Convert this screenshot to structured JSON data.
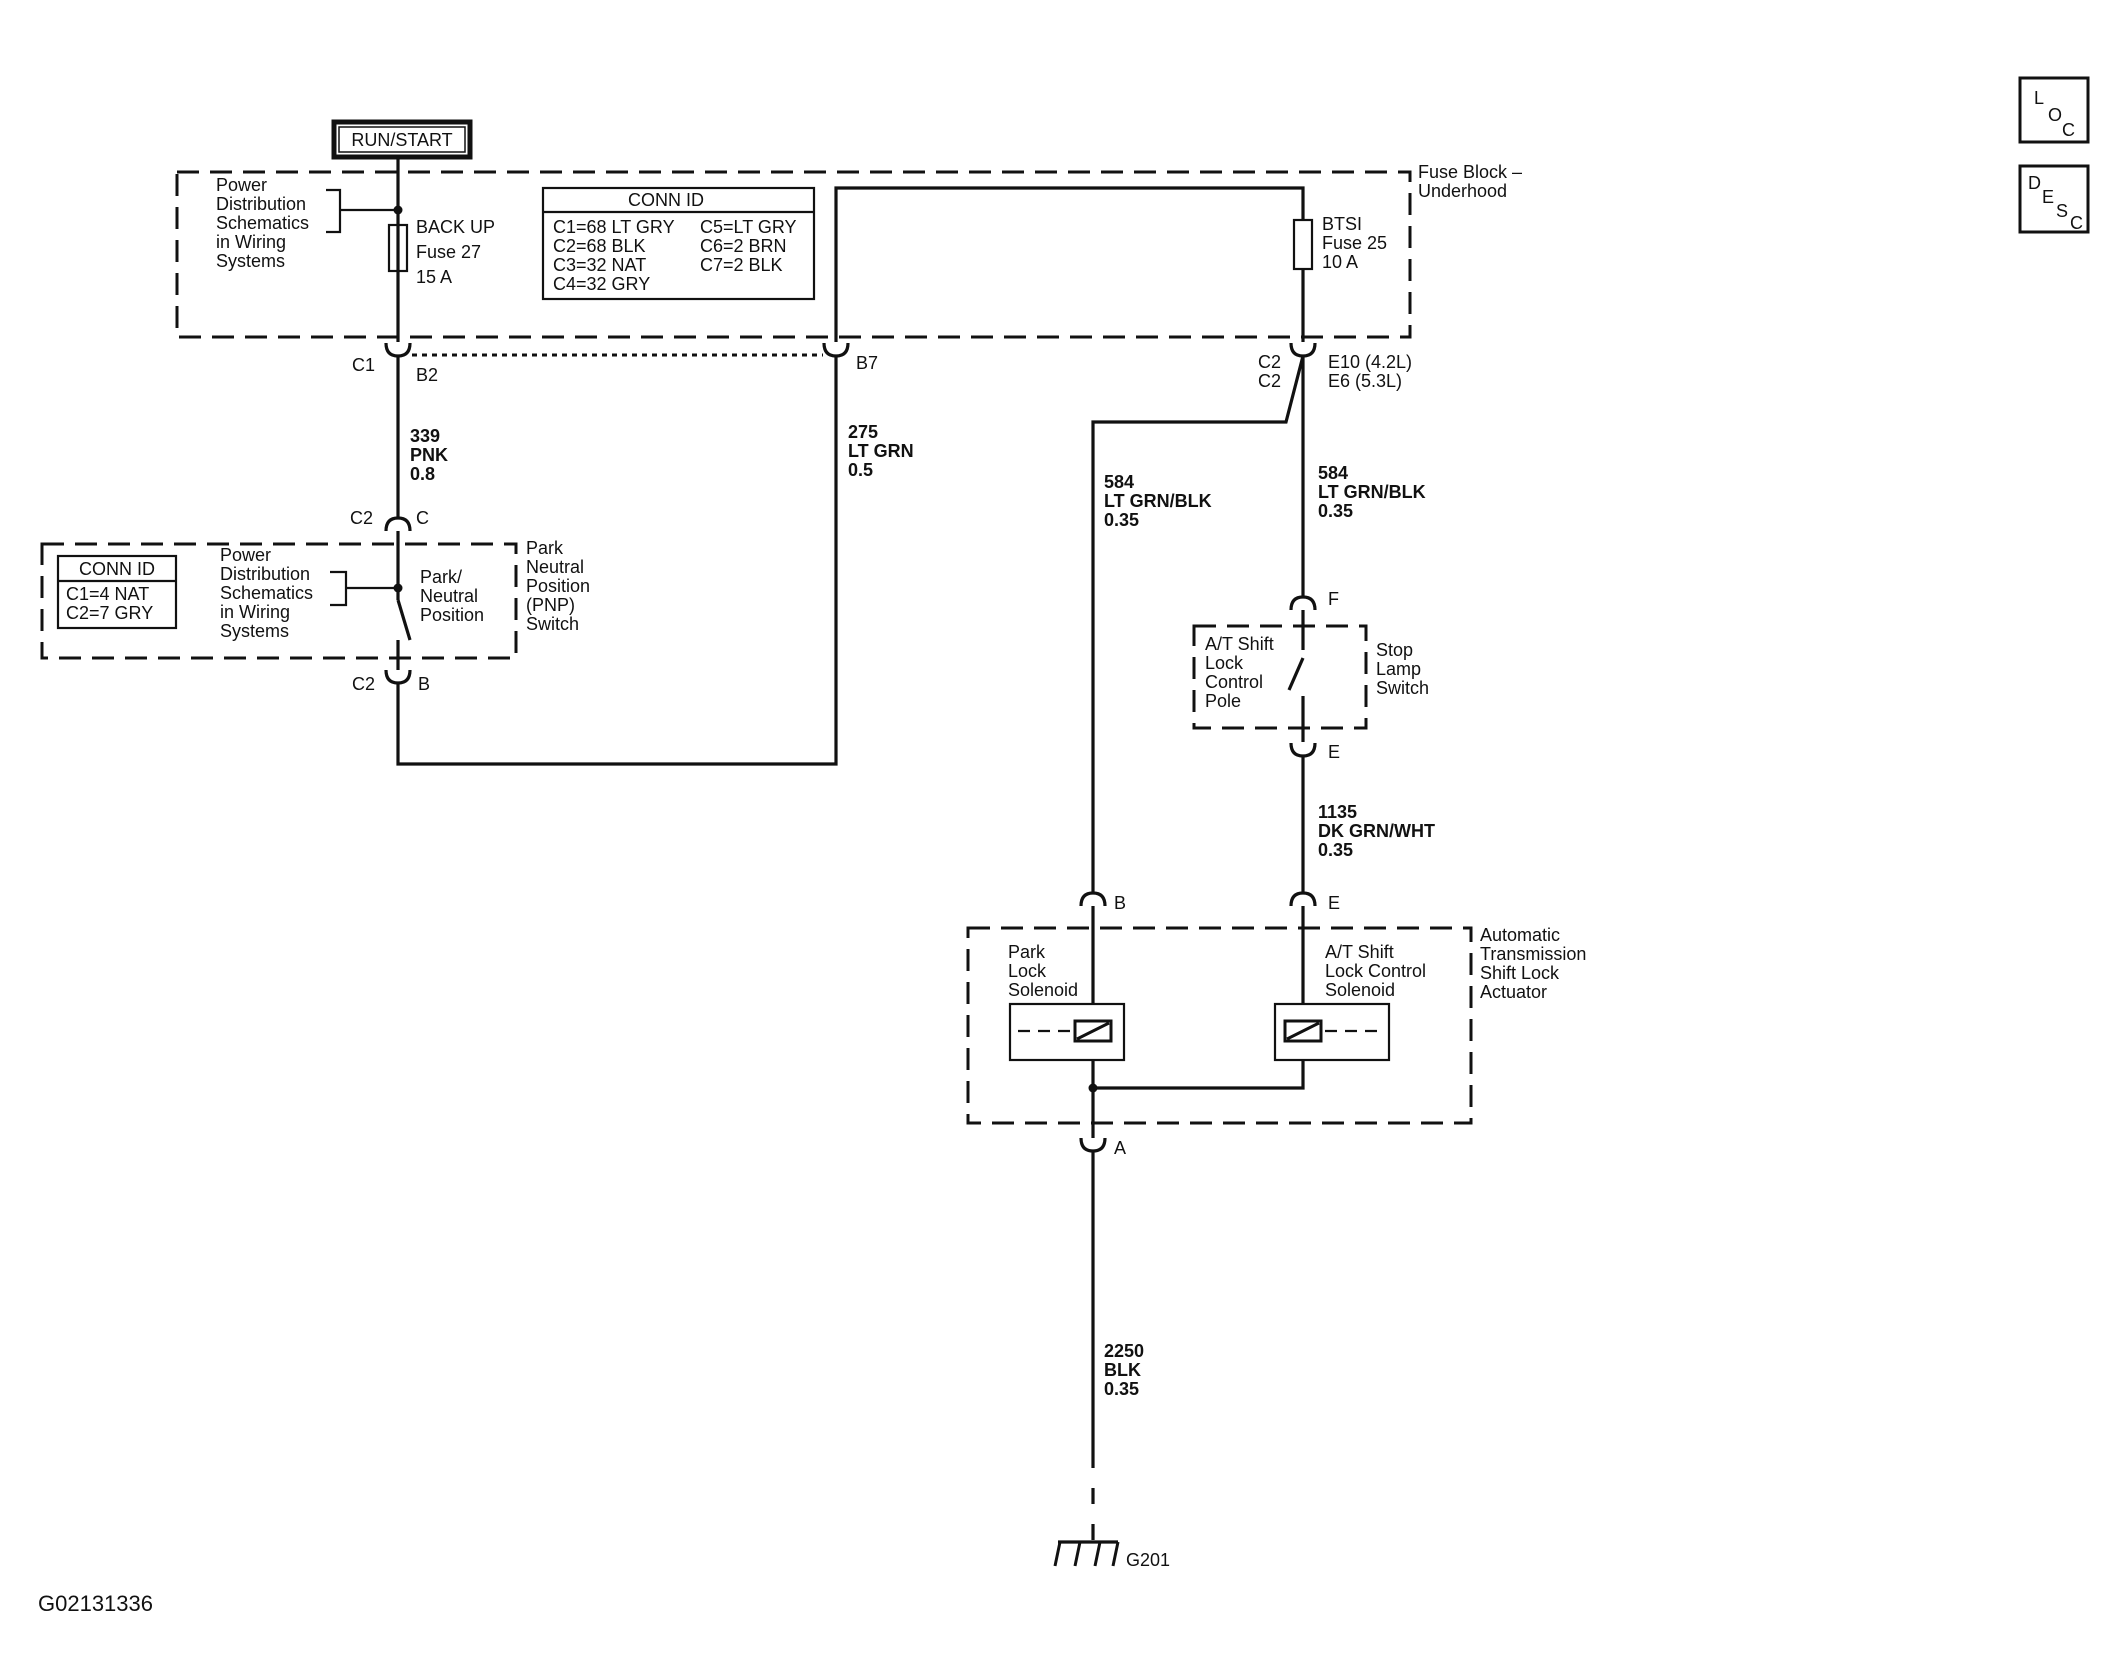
{
  "run_start": "RUN/START",
  "fuse_block": {
    "title": [
      "Fuse Block –",
      "Underhood"
    ],
    "pds_ref": [
      "Power",
      "Distribution",
      "Schematics",
      "in Wiring",
      "Systems"
    ],
    "backup_fuse": [
      "BACK UP",
      "Fuse 27",
      "15 A"
    ],
    "btsi_fuse": [
      "BTSI",
      "Fuse 25",
      "10 A"
    ],
    "conn_id": {
      "title": "CONN ID",
      "col1": [
        "C1=68 LT GRY",
        "C2=68 BLK",
        "C3=32 NAT",
        "C4=32 GRY"
      ],
      "col2": [
        "C5=LT GRY",
        "C6=2 BRN",
        "C7=2 BLK"
      ]
    }
  },
  "connectors": {
    "c1": "C1",
    "b2": "B2",
    "b7": "B7",
    "c2_top": "C2",
    "c2_bot": "C2",
    "e10": "E10 (4.2L)",
    "e6": "E6 (5.3L)",
    "pnp_c2_c": "C2",
    "pnp_c": "C",
    "pnp_c2_b": "C2",
    "pnp_b": "B",
    "slsw_f": "F",
    "slsw_e": "E",
    "act_b": "B",
    "act_e": "E",
    "act_a": "A"
  },
  "wires": {
    "w339": [
      "339",
      "PNK",
      "0.8"
    ],
    "w275": [
      "275",
      "LT GRN",
      "0.5"
    ],
    "w584a": [
      "584",
      "LT GRN/BLK",
      "0.35"
    ],
    "w584b": [
      "584",
      "LT GRN/BLK",
      "0.35"
    ],
    "w1135": [
      "1135",
      "DK GRN/WHT",
      "0.35"
    ],
    "w2250": [
      "2250",
      "BLK",
      "0.35"
    ]
  },
  "pnp_switch": {
    "conn_id": {
      "title": "CONN ID",
      "rows": [
        "C1=4 NAT",
        "C2=7 GRY"
      ]
    },
    "pds_ref": [
      "Power",
      "Distribution",
      "Schematics",
      "in Wiring",
      "Systems"
    ],
    "position": [
      "Park/",
      "Neutral",
      "Position"
    ],
    "title": [
      "Park",
      "Neutral",
      "Position",
      "(PNP)",
      "Switch"
    ]
  },
  "stop_lamp_switch": {
    "pole": [
      "A/T Shift",
      "Lock",
      "Control",
      "Pole"
    ],
    "title": [
      "Stop",
      "Lamp",
      "Switch"
    ]
  },
  "actuator": {
    "park_lock": [
      "Park",
      "Lock",
      "Solenoid"
    ],
    "shift_lock": [
      "A/T Shift",
      "Lock Control",
      "Solenoid"
    ],
    "title": [
      "Automatic",
      "Transmission",
      "Shift Lock",
      "Actuator"
    ]
  },
  "ground": "G201",
  "side_buttons": {
    "loc": [
      "L",
      "O",
      "C"
    ],
    "desc": [
      "D",
      "E",
      "S",
      "C"
    ]
  },
  "figure_id": "G02131336"
}
